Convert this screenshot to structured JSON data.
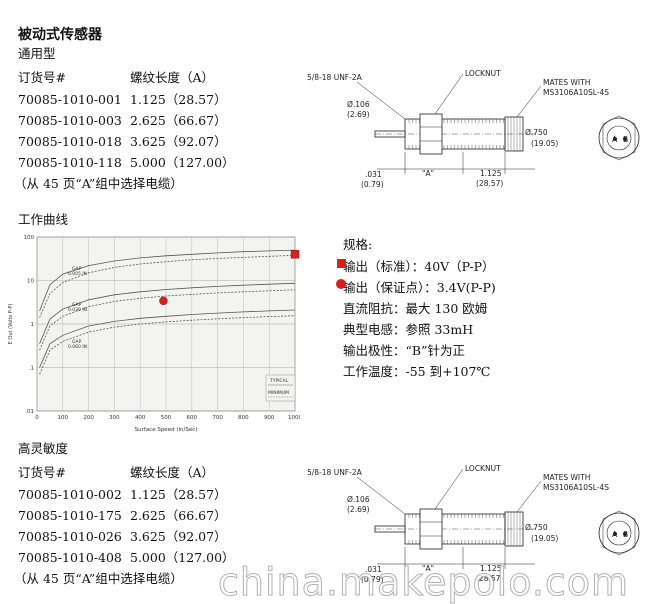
{
  "title": "被动式传感器",
  "section1": {
    "subtitle": "通用型",
    "header": {
      "part": "订货号#",
      "thread": "螺纹长度（A）"
    },
    "rows": [
      {
        "part": "70085-1010-001",
        "len": "1.125（28.57）"
      },
      {
        "part": "70085-1010-003",
        "len": "2.625（66.67）"
      },
      {
        "part": "70085-1010-018",
        "len": "3.625（92.07）"
      },
      {
        "part": "70085-1010-118",
        "len": "5.000（127.00）"
      }
    ],
    "note": "（从 45 页“A”组中选择电缆）"
  },
  "curve_title": "工作曲线",
  "specs": {
    "heading": "规格:",
    "items": [
      "输出（标准）：40V（P-P）",
      "输出（保证点）：3.4V(P-P)",
      "直流阻抗：最大 130 欧姆",
      "典型电感：参照 33mH",
      "输出极性：“B”针为正",
      "工作温度：-55 到+107℃"
    ],
    "marker_colors": [
      "#d62020",
      "#d62020"
    ]
  },
  "section2": {
    "subtitle": "高灵敏度",
    "header": {
      "part": "订货号#",
      "thread": "螺纹长度（A）"
    },
    "rows": [
      {
        "part": "70085-1010-002",
        "len": "1.125（28.57）"
      },
      {
        "part": "70085-1010-175",
        "len": "2.625（66.67）"
      },
      {
        "part": "70085-1010-026",
        "len": "3.625（92.07）"
      },
      {
        "part": "70085-1010-408",
        "len": "5.000（127.00）"
      }
    ],
    "note": "（从 45 页“A”组中选择电缆）"
  },
  "drawing": {
    "thread": "5/8-18 UNF-2A",
    "locknut": "LOCKNUT",
    "mates1": "MATES WITH",
    "mates2": "MS3106A10SL-4S",
    "dia1": "Ø.106",
    "dia1mm": "(2.69)",
    "dia2": "Ø.750",
    "dia2mm": "(19.05)",
    "d031": ".031",
    "d031mm": "(0.79)",
    "dA": "\"A\"",
    "d1125": "1.125",
    "d1125mm": "(28.57)",
    "pinA": "A",
    "pinB": "B"
  },
  "chart_data": {
    "type": "line",
    "xlabel": "Surface Speed (in/Sec)",
    "ylabel": "E Out (Volts P-P)",
    "x_ticks": [
      0,
      100,
      200,
      300,
      400,
      500,
      600,
      700,
      800,
      900,
      1000
    ],
    "y_ticks": [
      ".01",
      ".1",
      "1",
      "10",
      "100"
    ],
    "xlim": [
      0,
      1000
    ],
    "ylim": [
      0.01,
      100
    ],
    "log_y": true,
    "gap_labels": [
      "GAP\n0.005 IN",
      "GAP\n0.030 IN",
      "GAP\n0.060 IN"
    ],
    "legend": [
      "TYPICAL",
      "MINIMUM"
    ],
    "series": [
      {
        "x": [
          10,
          50,
          100,
          200,
          300,
          400,
          500,
          600,
          700,
          800,
          900,
          1000
        ],
        "y": [
          2,
          8,
          14,
          22,
          28,
          33,
          37,
          40,
          43,
          46,
          48,
          50
        ],
        "style": "typical"
      },
      {
        "x": [
          10,
          50,
          100,
          200,
          300,
          400,
          500,
          600,
          700,
          800,
          900,
          1000
        ],
        "y": [
          1.4,
          5,
          9,
          15,
          20,
          24,
          27,
          30,
          32,
          34,
          36,
          38
        ],
        "style": "minimum"
      },
      {
        "x": [
          10,
          50,
          100,
          200,
          300,
          400,
          500,
          600,
          700,
          800,
          900,
          1000
        ],
        "y": [
          0.35,
          1.3,
          2.2,
          3.6,
          4.7,
          5.5,
          6.2,
          6.8,
          7.3,
          7.8,
          8.2,
          8.6
        ],
        "style": "typical"
      },
      {
        "x": [
          10,
          50,
          100,
          200,
          300,
          400,
          500,
          600,
          700,
          800,
          900,
          1000
        ],
        "y": [
          0.25,
          0.9,
          1.5,
          2.5,
          3.3,
          3.9,
          4.4,
          4.8,
          5.2,
          5.5,
          5.8,
          6.1
        ],
        "style": "minimum"
      },
      {
        "x": [
          10,
          50,
          100,
          200,
          300,
          400,
          500,
          600,
          700,
          800,
          900,
          1000
        ],
        "y": [
          0.1,
          0.35,
          0.55,
          0.9,
          1.15,
          1.35,
          1.5,
          1.65,
          1.78,
          1.9,
          2.0,
          2.1
        ],
        "style": "typical"
      },
      {
        "x": [
          10,
          50,
          100,
          200,
          300,
          400,
          500,
          600,
          700,
          800,
          900,
          1000
        ],
        "y": [
          0.07,
          0.25,
          0.4,
          0.65,
          0.85,
          1.0,
          1.12,
          1.22,
          1.32,
          1.4,
          1.48,
          1.55
        ],
        "style": "minimum"
      }
    ],
    "markers": [
      {
        "x": 1000,
        "y": 40,
        "shape": "square",
        "color": "#d62020"
      },
      {
        "x": 490,
        "y": 3.4,
        "shape": "circle",
        "color": "#d62020"
      }
    ]
  }
}
